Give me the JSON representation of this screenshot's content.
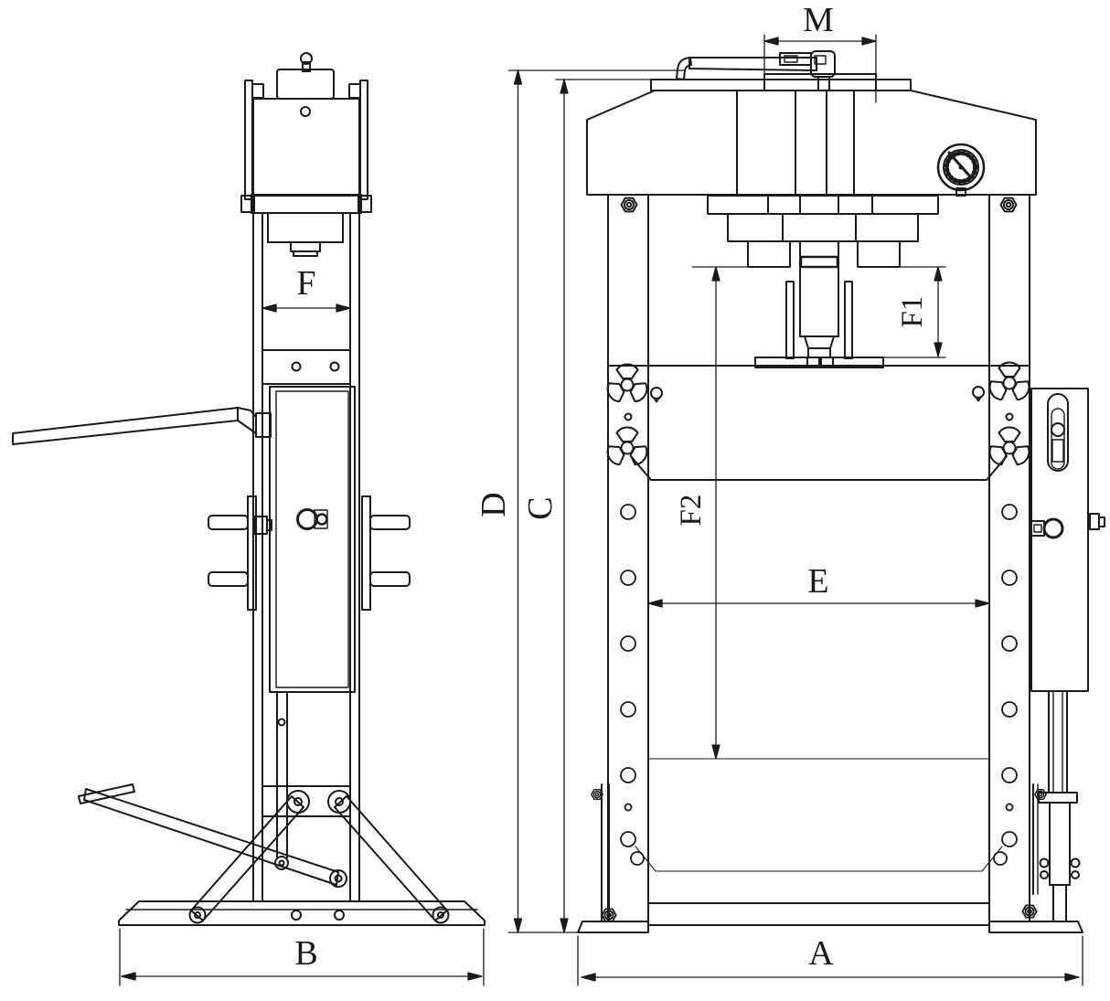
{
  "meta": {
    "description": "Two-view dimensioned technical line drawing of a hydraulic shop press: side view (left) and front view (right)",
    "background": "#ffffff",
    "line_color": "#1a1a1a"
  },
  "dims": {
    "A": "A",
    "B": "B",
    "C": "C",
    "D": "D",
    "E": "E",
    "F": "F",
    "F1": "F1",
    "F2": "F2",
    "M": "M"
  }
}
